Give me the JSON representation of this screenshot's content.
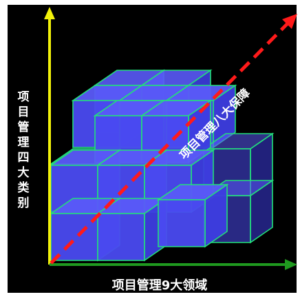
{
  "diagram": {
    "x_axis_label": "项目管理9大领域",
    "y_axis_label": "项目管理四大类别",
    "diagonal_label": "项目管理八大保障",
    "colors": {
      "background": "#000000",
      "frame": "#ffffff",
      "cube_face": "#4a4af0",
      "cube_edge": "#22e07a",
      "x_axis": "#1f9a1f",
      "y_axis": "#f2f20a",
      "diagonal": "#ff1a1a"
    }
  }
}
